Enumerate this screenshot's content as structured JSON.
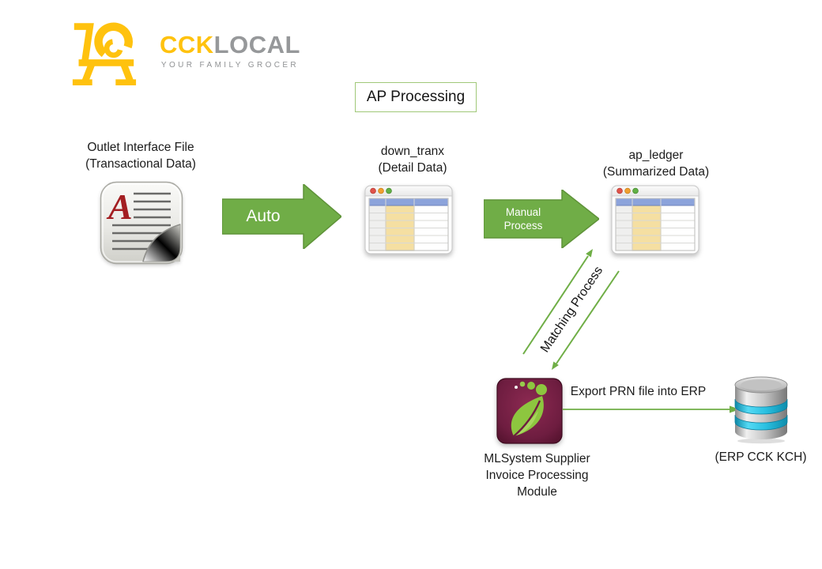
{
  "logo": {
    "brand_primary": "CCK",
    "brand_secondary": "LOCAL",
    "tagline": "YOUR FAMILY GROCER"
  },
  "title": "AP Processing",
  "nodes": {
    "outlet_file": {
      "lines": [
        "Outlet Interface File",
        "(Transactional Data)"
      ],
      "icon": "text-document-icon"
    },
    "down_tranx": {
      "lines": [
        "down_tranx",
        "(Detail Data)"
      ],
      "icon": "spreadsheet-window-icon"
    },
    "ap_ledger": {
      "lines": [
        "ap_ledger",
        "(Summarized Data)"
      ],
      "icon": "spreadsheet-window-icon"
    },
    "mlsystem": {
      "lines": [
        "MLSystem Supplier",
        "Invoice Processing",
        "Module"
      ],
      "icon": "leaf-app-icon"
    },
    "erp": {
      "label": "(ERP CCK KCH)",
      "icon": "database-icon"
    }
  },
  "arrows": {
    "auto": {
      "label": "Auto"
    },
    "manual": {
      "lines": [
        "Manual",
        "Process"
      ]
    },
    "matching": {
      "label": "Matching Process"
    },
    "export": {
      "label": "Export PRN file into ERP"
    }
  },
  "colors": {
    "arrow_green": "#70AD47",
    "arrow_green_border": "#5F9339",
    "line_green": "#6FAE46",
    "title_border_green": "#A0C878",
    "logo_yellow": "#FFC20E",
    "logo_gray": "#96989A",
    "maroon": "#6E1D40",
    "spreadsheet_header_blue": "#8CA3DB",
    "spreadsheet_col_tan": "#F5DFA2",
    "database_cyan": "#35C8E8"
  }
}
